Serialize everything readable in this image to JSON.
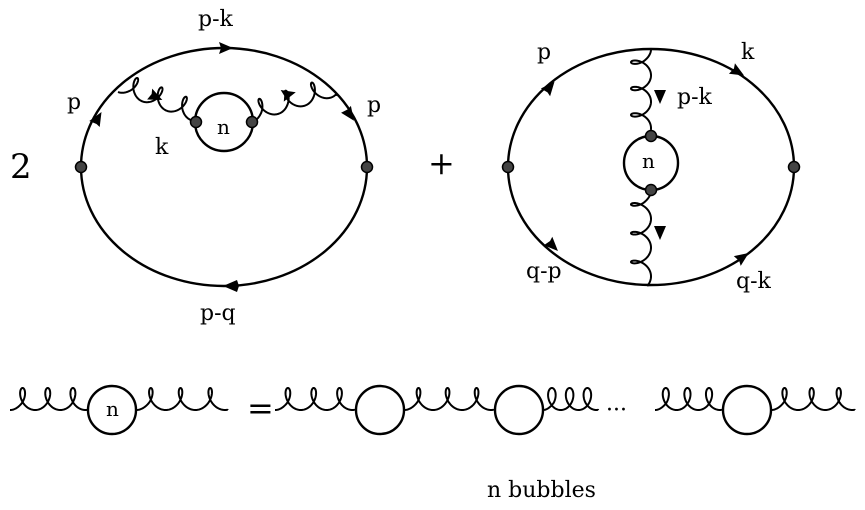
{
  "diagram1": {
    "coefficient": "2",
    "labels": {
      "top": "p-k",
      "left_in": "p",
      "right_out": "p",
      "gluon_mom": "k",
      "bottom": "p-q",
      "bubble": "n"
    }
  },
  "plus": "+",
  "diagram2": {
    "labels": {
      "top_left": "p",
      "top_right": "k",
      "gluon_top": "p-k",
      "bubble": "n",
      "bottom_left": "q-p",
      "bottom_right": "q-k"
    }
  },
  "equation": {
    "lhs_bubble": "n",
    "equals": "=",
    "ellipsis": "···",
    "caption": "n bubbles"
  },
  "colors": {
    "ink": "#000000",
    "paper": "#ffffff",
    "vertex": "#444444"
  }
}
